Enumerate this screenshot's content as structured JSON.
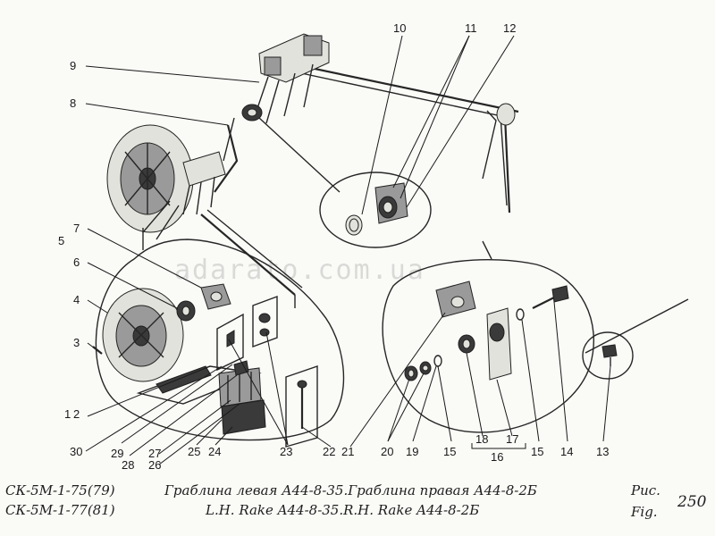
{
  "parts": [
    {
      "id": "p1",
      "label": "1"
    },
    {
      "id": "p2",
      "label": "2"
    },
    {
      "id": "p3",
      "label": "3"
    },
    {
      "id": "p4",
      "label": "4"
    },
    {
      "id": "p5",
      "label": "5"
    },
    {
      "id": "p6",
      "label": "6"
    },
    {
      "id": "p7",
      "label": "7"
    },
    {
      "id": "p8",
      "label": "8"
    },
    {
      "id": "p9",
      "label": "9"
    },
    {
      "id": "p10",
      "label": "10"
    },
    {
      "id": "p11",
      "label": "11"
    },
    {
      "id": "p12",
      "label": "12"
    },
    {
      "id": "p13",
      "label": "13"
    },
    {
      "id": "p14",
      "label": "14"
    },
    {
      "id": "p15a",
      "label": "15"
    },
    {
      "id": "p15b",
      "label": "15"
    },
    {
      "id": "p16",
      "label": "16"
    },
    {
      "id": "p17",
      "label": "17"
    },
    {
      "id": "p18",
      "label": "18"
    },
    {
      "id": "p19",
      "label": "19"
    },
    {
      "id": "p20",
      "label": "20"
    },
    {
      "id": "p21",
      "label": "21"
    },
    {
      "id": "p22",
      "label": "22"
    },
    {
      "id": "p23",
      "label": "23"
    },
    {
      "id": "p24",
      "label": "24"
    },
    {
      "id": "p25",
      "label": "25"
    },
    {
      "id": "p26",
      "label": "26"
    },
    {
      "id": "p27",
      "label": "27"
    },
    {
      "id": "p28",
      "label": "28"
    },
    {
      "id": "p29",
      "label": "29"
    },
    {
      "id": "p30",
      "label": "30"
    }
  ],
  "watermark": "adarato.com.ua",
  "footer": {
    "model_line1": "СК-5М-1-75(79)",
    "model_line2": "СК-5М-1-77(81)",
    "caption_ru": "Граблина левая  А44-8-35.Граблина правая А44-8-2Б",
    "caption_en": "L.H. Rake A44-8-35.R.H. Rake A44-8-2Б",
    "fig_ru": "Рис.",
    "fig_en": "Fig.",
    "fig_number": "250"
  },
  "colors": {
    "ink": "#262626",
    "paper": "#fafaf7"
  }
}
